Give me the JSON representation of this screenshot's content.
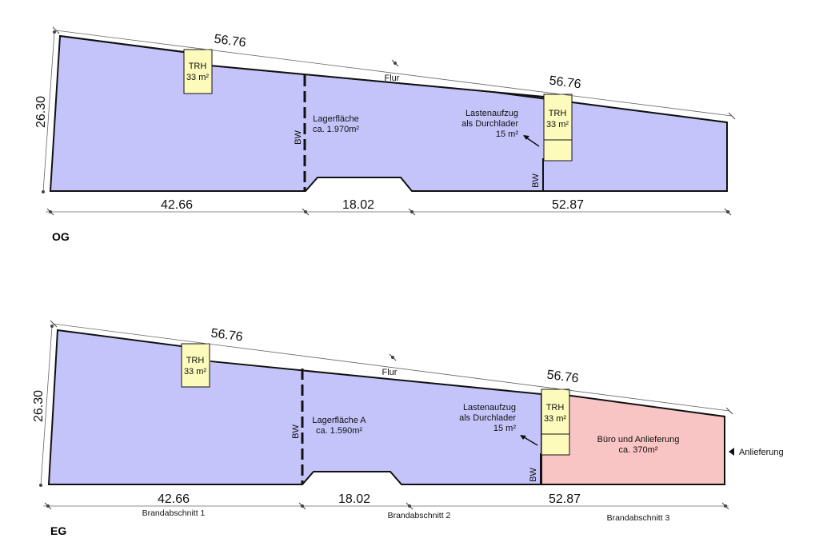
{
  "plans": {
    "og": {
      "floor_label": "OG",
      "top_dim_left": "56.76",
      "top_dim_right": "56.76",
      "height_dim": "26.30",
      "bottom_dims": [
        "42.66",
        "18.02",
        "52.87"
      ],
      "corridor_label": "Flur",
      "trh_label": "TRH",
      "trh_area": "33 m²",
      "storage_name": "Lagerfläche",
      "storage_area": "ca. 1.970m²",
      "lift_line1": "Lastenaufzug",
      "lift_line2": "als Durchlader",
      "lift_area": "15 m²",
      "bw_label": "BW"
    },
    "eg": {
      "floor_label": "EG",
      "top_dim_left": "56.76",
      "top_dim_right": "56.76",
      "height_dim": "26.30",
      "bottom_dims": [
        "42.66",
        "18.02",
        "52.87"
      ],
      "sections": [
        "Brandabschnitt 1",
        "Brandabschnitt 2",
        "Brandabschnitt 3"
      ],
      "corridor_label": "Flur",
      "trh_label": "TRH",
      "trh_area": "33 m²",
      "storage_name": "Lagerfläche A",
      "storage_area": "ca. 1.590m²",
      "lift_line1": "Lastenaufzug",
      "lift_line2": "als Durchlader",
      "lift_area": "15 m²",
      "bw_label": "BW",
      "office_line1": "Büro und Anlieferung",
      "office_line2": "ca. 370m²",
      "delivery_label": "Anlieferung"
    }
  },
  "colors": {
    "storage": "#c4c4fb",
    "trh": "#fdfbbb",
    "office": "#f9c4c4",
    "corridor": "#ffffff"
  }
}
